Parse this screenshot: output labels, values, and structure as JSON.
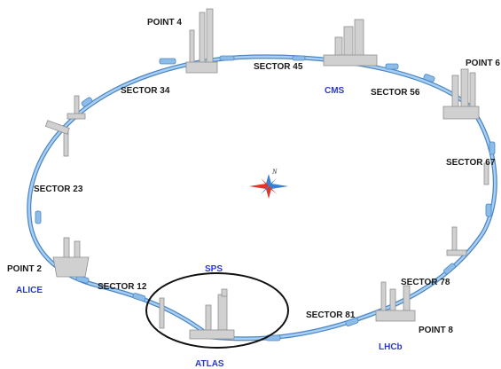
{
  "points": {
    "p4": "POINT 4",
    "p6": "POINT 6",
    "p2": "POINT 2",
    "p8": "POINT 8"
  },
  "sectors": {
    "s45": "SECTOR 45",
    "s34": "SECTOR 34",
    "s56": "SECTOR 56",
    "s67": "SECTOR 67",
    "s23": "SECTOR 23",
    "s12": "SECTOR 12",
    "s78": "SECTOR 78",
    "s81": "SECTOR 81"
  },
  "experiments": {
    "cms": "CMS",
    "alice": "ALICE",
    "atlas": "ATLAS",
    "lhcb": "LHCb",
    "sps": "SPS"
  },
  "compass": {
    "north": "N"
  },
  "colors": {
    "ring": "#7fb4e6",
    "ring_outline": "#4c86c4",
    "structure": "#c9c9c9",
    "structure_edge": "#8f8f8f",
    "experiment_label": "#2b39c9",
    "sector_label": "#1a1a1a",
    "compass_red": "#e0352b",
    "compass_blue": "#3b7fd0"
  }
}
